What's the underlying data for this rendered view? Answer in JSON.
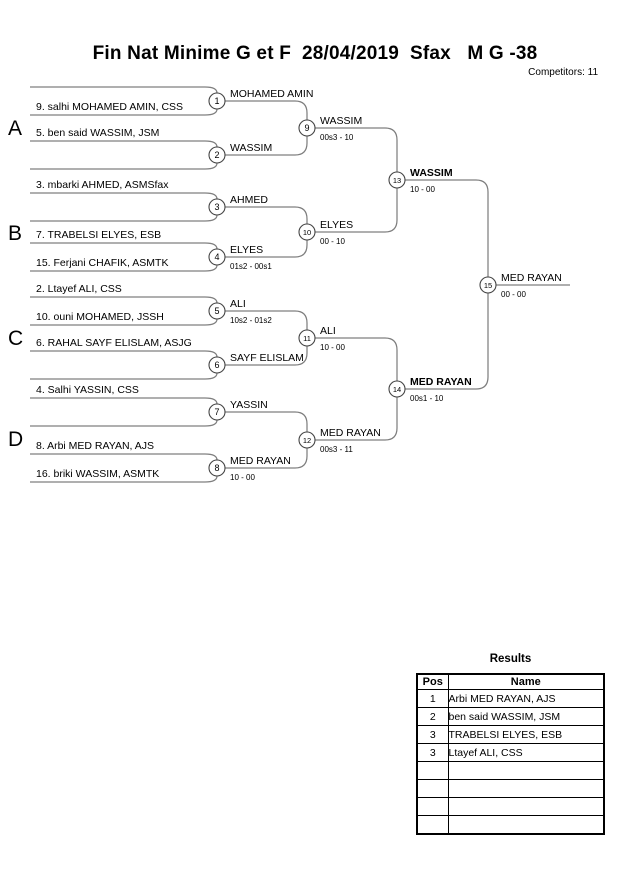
{
  "page": {
    "title": "Fin Nat Minime G et F  28/04/2019  Sfax   M G -38",
    "competitors": "Competitors: 11"
  },
  "bracket": {
    "sections": [
      "A",
      "B",
      "C",
      "D"
    ],
    "slots": [
      "",
      "9. salhi MOHAMED AMIN, CSS",
      "5. ben said WASSIM, JSM",
      "",
      "3. mbarki AHMED, ASMSfax",
      "",
      "7. TRABELSI ELYES, ESB",
      "15. Ferjani CHAFIK, ASMTK",
      "2. Ltayef ALI, CSS",
      "10. ouni MOHAMED, JSSH",
      "6. RAHAL SAYF ELISLAM, ASJG",
      "",
      "4. Salhi YASSIN, CSS",
      "",
      "8. Arbi MED RAYAN, AJS",
      "16. briki WASSIM, ASMTK"
    ],
    "matches": [
      {
        "n": "1",
        "winner": "MOHAMED AMIN",
        "score": "",
        "bold": false
      },
      {
        "n": "2",
        "winner": "WASSIM",
        "score": "",
        "bold": false
      },
      {
        "n": "3",
        "winner": "AHMED",
        "score": "",
        "bold": false
      },
      {
        "n": "4",
        "winner": "ELYES",
        "score": "01s2 - 00s1",
        "bold": false
      },
      {
        "n": "5",
        "winner": "ALI",
        "score": "10s2 - 01s2",
        "bold": false
      },
      {
        "n": "6",
        "winner": "SAYF ELISLAM",
        "score": "",
        "bold": false
      },
      {
        "n": "7",
        "winner": "YASSIN",
        "score": "",
        "bold": false
      },
      {
        "n": "8",
        "winner": "MED RAYAN",
        "score": "10 - 00",
        "bold": false
      },
      {
        "n": "9",
        "winner": "WASSIM",
        "score": "00s3 - 10",
        "bold": false
      },
      {
        "n": "10",
        "winner": "ELYES",
        "score": "00 - 10",
        "bold": false
      },
      {
        "n": "11",
        "winner": "ALI",
        "score": "10 - 00",
        "bold": false
      },
      {
        "n": "12",
        "winner": "MED RAYAN",
        "score": "00s3 - 11",
        "bold": false
      },
      {
        "n": "13",
        "winner": "WASSIM",
        "score": "10 - 00",
        "bold": true
      },
      {
        "n": "14",
        "winner": "MED RAYAN",
        "score": "00s1 - 10",
        "bold": true
      },
      {
        "n": "15",
        "winner": "MED RAYAN",
        "score": "00 - 00",
        "bold": false
      }
    ]
  },
  "results": {
    "title": "Results",
    "headers": [
      "Pos",
      "Name"
    ],
    "rows": [
      {
        "pos": "1",
        "name": "Arbi MED RAYAN, AJS"
      },
      {
        "pos": "2",
        "name": "ben said WASSIM, JSM"
      },
      {
        "pos": "3",
        "name": "TRABELSI ELYES, ESB"
      },
      {
        "pos": "3",
        "name": "Ltayef ALI, CSS"
      },
      {
        "pos": "",
        "name": ""
      },
      {
        "pos": "",
        "name": ""
      },
      {
        "pos": "",
        "name": ""
      },
      {
        "pos": "",
        "name": ""
      }
    ]
  }
}
